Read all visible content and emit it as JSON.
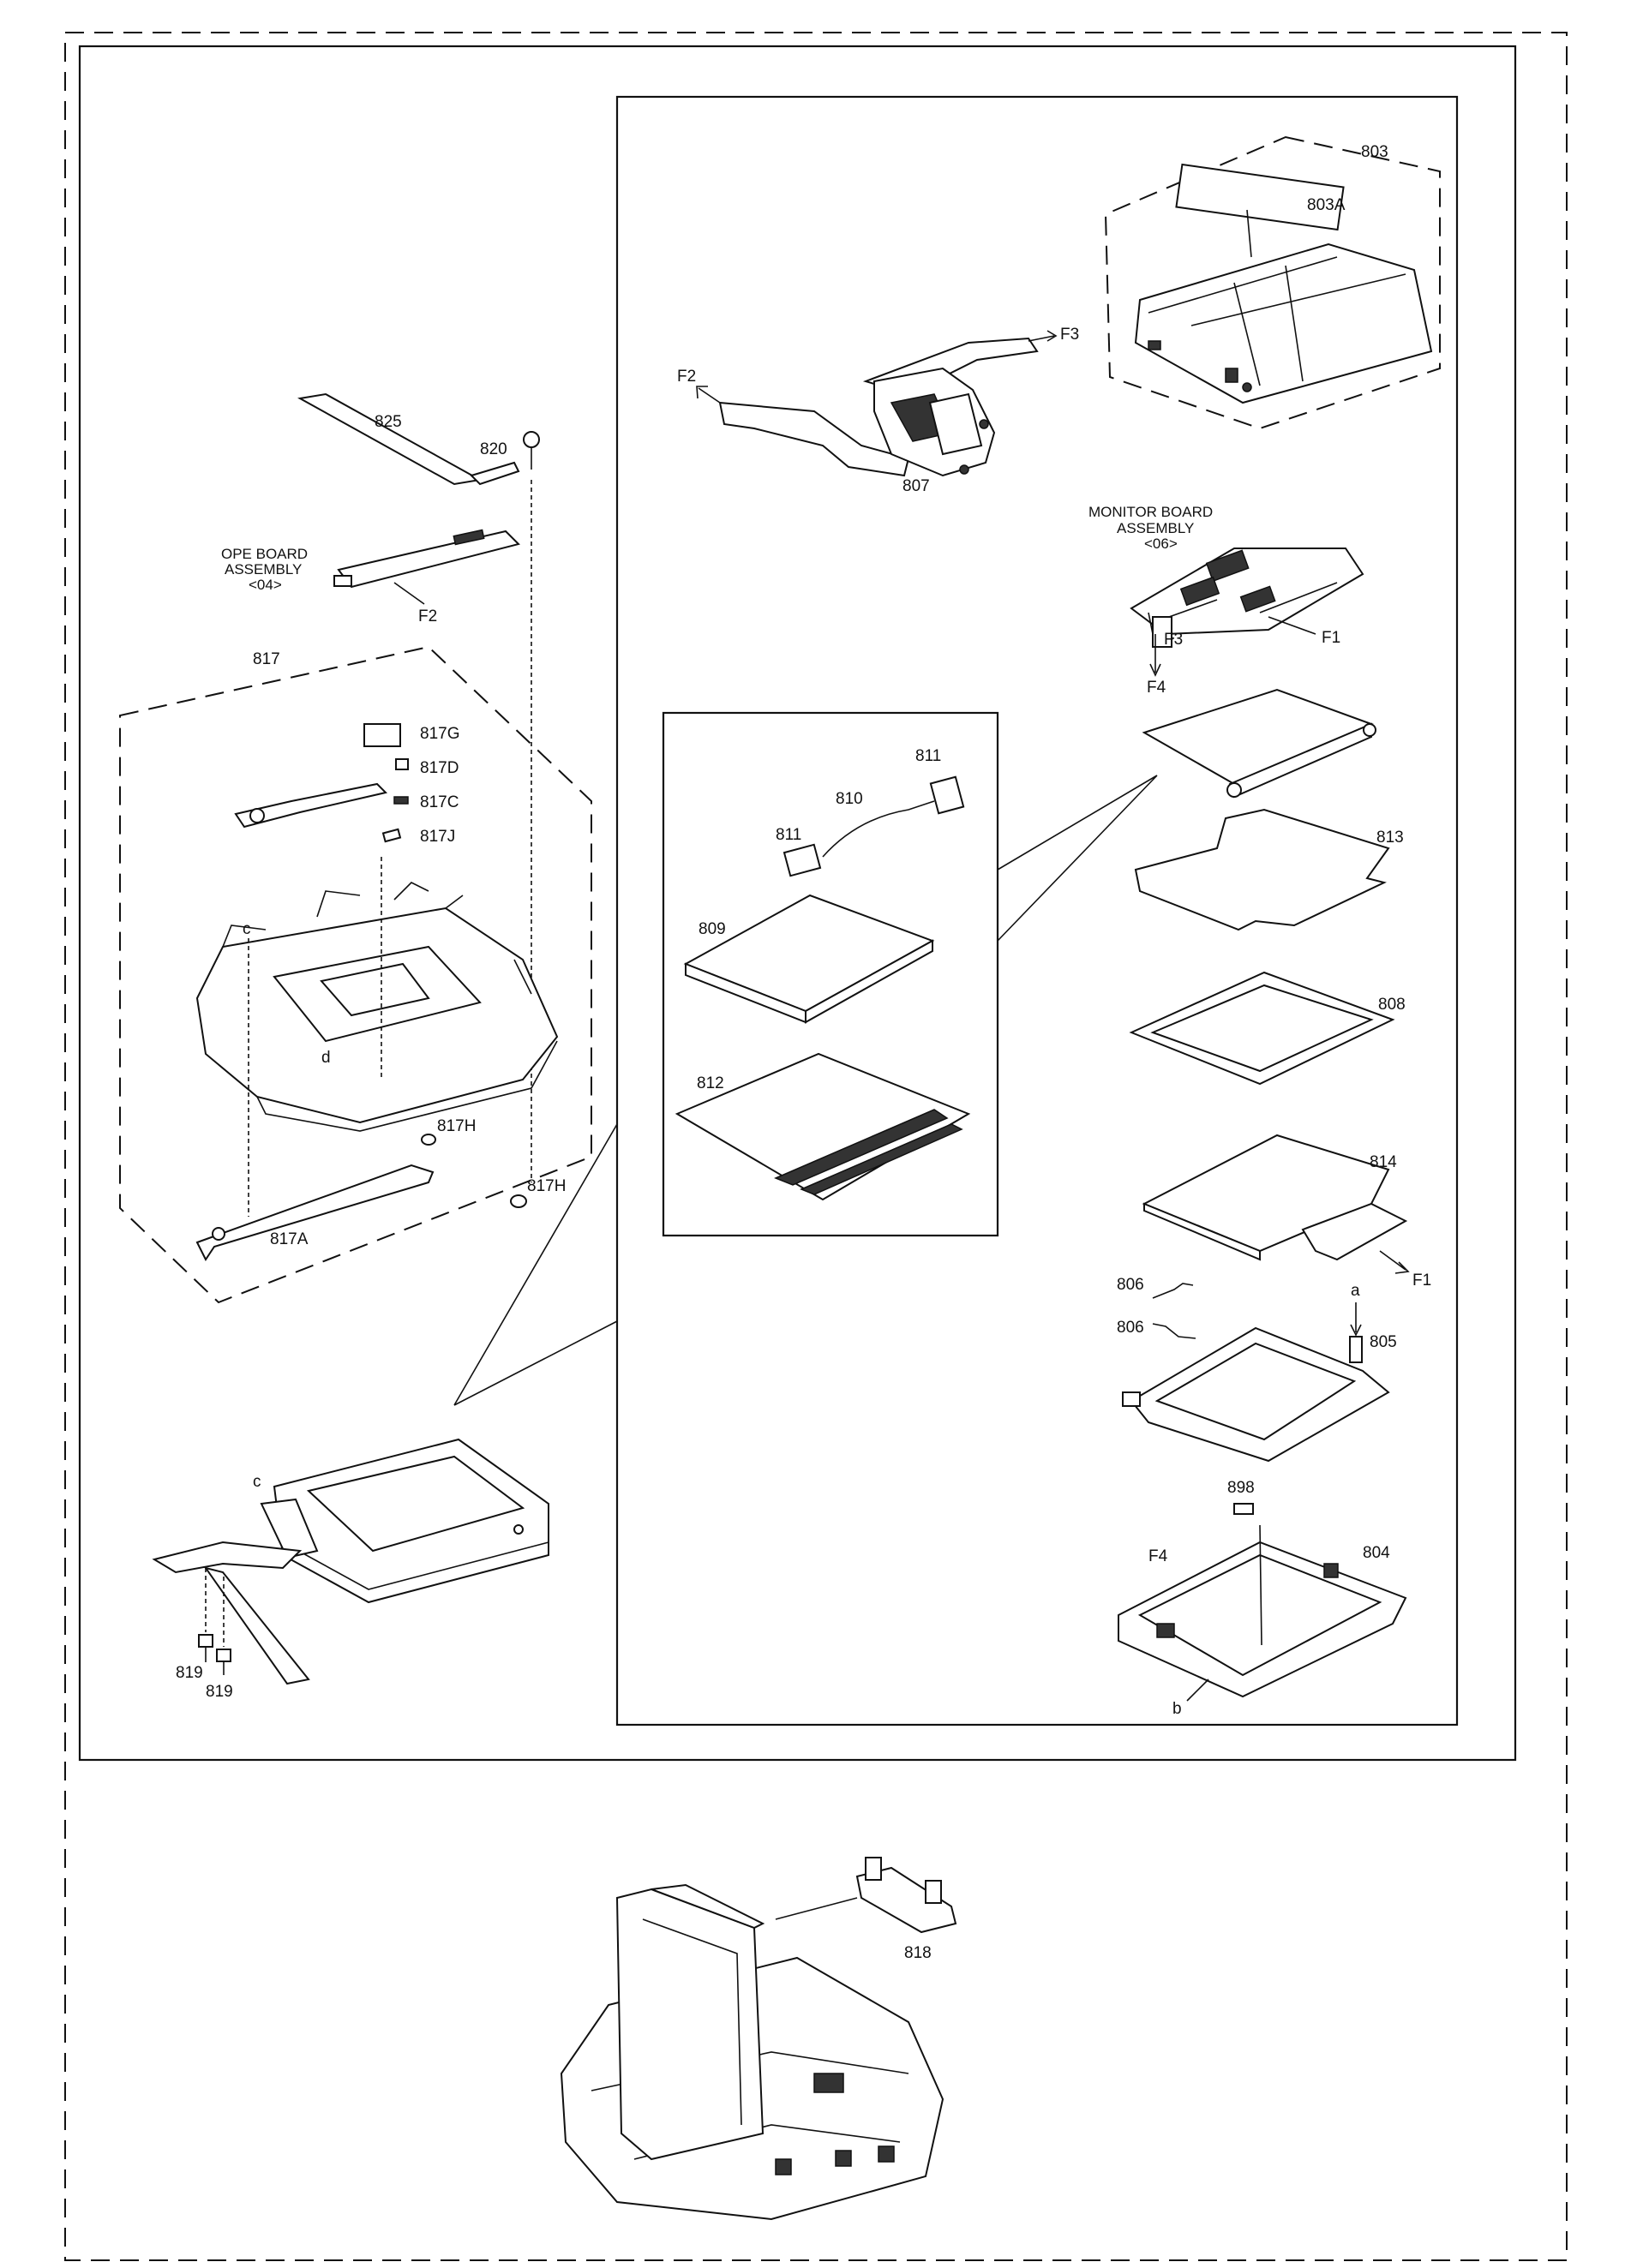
{
  "labels": {
    "p803": "803",
    "p803a": "803A",
    "f3_top": "F3",
    "f2_top": "F2",
    "p807": "807",
    "monitor_board": [
      "MONITOR BOARD",
      "ASSEMBLY",
      "<06>"
    ],
    "f1_mon": "F1",
    "f3_mon": "F3",
    "f4_mon": "F4",
    "p813": "813",
    "p808": "808",
    "p814": "814",
    "f1_814": "F1",
    "p806a": "806",
    "p806b": "806",
    "a": "a",
    "p805": "805",
    "p898": "898",
    "p804": "804",
    "f4_804": "F4",
    "b": "b",
    "p811a": "811",
    "p810": "810",
    "p811b": "811",
    "p809": "809",
    "p812": "812",
    "p825": "825",
    "p820": "820",
    "ope_board": [
      "OPE BOARD",
      "ASSEMBLY",
      "<04>"
    ],
    "f2_ope": "F2",
    "p817": "817",
    "p817g": "817G",
    "p817d": "817D",
    "p817c": "817C",
    "p817j": "817J",
    "c_frame": "c",
    "d_frame": "d",
    "p817h_a": "817H",
    "p817h_b": "817H",
    "p817a": "817A",
    "c_monitor": "c",
    "p819a": "819",
    "p819b": "819",
    "p818": "818"
  }
}
